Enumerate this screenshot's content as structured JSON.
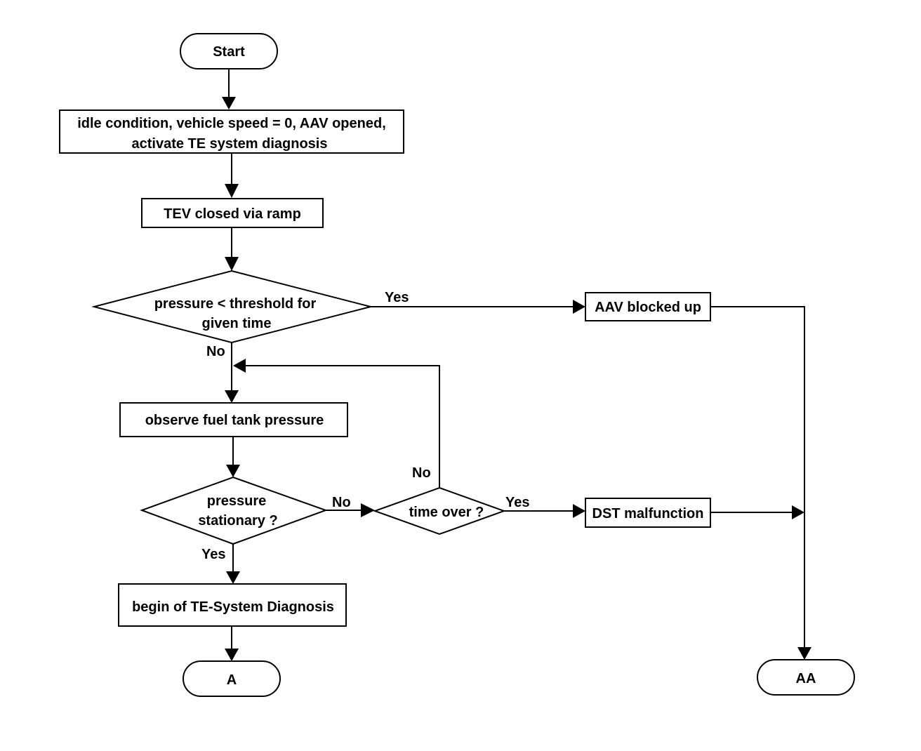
{
  "nodes": {
    "start": "Start",
    "idle_line1": "idle condition, vehicle speed = 0, AAV opened,",
    "idle_line2": "activate TE system diagnosis",
    "tev": "TEV closed via ramp",
    "pressure_threshold_line1": "pressure < threshold  for",
    "pressure_threshold_line2": "given time",
    "aav_blocked": "AAV blocked up",
    "observe": "observe fuel tank pressure",
    "stationary_line1": "pressure",
    "stationary_line2": "stationary ?",
    "time_over": "time over ?",
    "dst": "DST malfunction",
    "begin_diag": "begin of TE-System Diagnosis",
    "terminal_a": "A",
    "terminal_aa": "AA"
  },
  "edge_labels": {
    "threshold_yes": "Yes",
    "threshold_no": "No",
    "stationary_no": "No",
    "stationary_yes": "Yes",
    "time_over_yes": "Yes",
    "time_over_no": "No"
  }
}
